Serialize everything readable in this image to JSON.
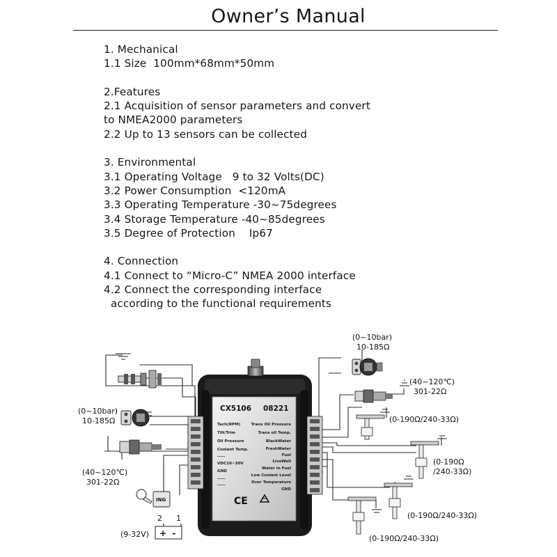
{
  "document": {
    "title": "Owner’s Manual"
  },
  "sections": [
    {
      "lines": [
        "1. Mechanical",
        "1.1 Size  100mm*68mm*50mm"
      ]
    },
    {
      "lines": [
        "2.Features",
        "2.1 Acquisition of sensor parameters and convert",
        "to NMEA2000 parameters",
        "2.2 Up to 13 sensors can be collected"
      ]
    },
    {
      "lines": [
        "3. Environmental",
        "3.1 Operating Voltage   9 to 32 Volts(DC)",
        "3.2 Power Consumption  <120mA",
        "3.3 Operating Temperature -30~75degrees",
        "3.4 Storage Temperature -40~85degrees",
        "3.5 Degree of Protection    Ip67"
      ]
    },
    {
      "lines": [
        "4. Connection",
        "4.1 Connect to “Micro-C” NMEA 2000 interface",
        "4.2 Connect the corresponding interface",
        "  according to the functional requirements"
      ]
    }
  ],
  "device": {
    "model": "CX5106",
    "serial": "08221",
    "left_labels": [
      "Tach(RPM)",
      "Tilt/Trim",
      "Oil Pressure",
      "Coolant Temp.",
      "-----",
      "VDC10~30V",
      "GND",
      "-----",
      "-----"
    ],
    "right_labels": [
      "Trans Oil Pressure",
      "Trans oil Temp.",
      "BlackWater",
      "FreshWater",
      "Fuel",
      "LiveWell",
      "Water in Fuel",
      "Low Coolant Level",
      "Over Temperature",
      "GND"
    ],
    "ce_mark": "CE",
    "recycle_icon": "recycle-icon"
  },
  "sensors": {
    "top_right_range": "(0~10bar)",
    "top_right_ohm": "10-185Ω",
    "right_temp_range": "(40~120℃)",
    "right_temp_ohm": "301-22Ω",
    "level_1": "(0-190Ω/240-33Ω)",
    "level_2_a": "(0-190Ω",
    "level_2_b": "/240-33Ω)",
    "level_3": "(0-190Ω/240-33Ω)",
    "level_4": "(0-190Ω/240-33Ω)",
    "left_pressure_range": "(0~10bar)",
    "left_pressure_ohm": "10-185Ω",
    "left_temp_range": "(40~120℃)",
    "left_temp_ohm": "301-22Ω",
    "ignition_label": "ING",
    "terminal_2": "2",
    "terminal_1": "1",
    "battery_sign": "+  -",
    "supply_voltage": "(9-32V)"
  }
}
